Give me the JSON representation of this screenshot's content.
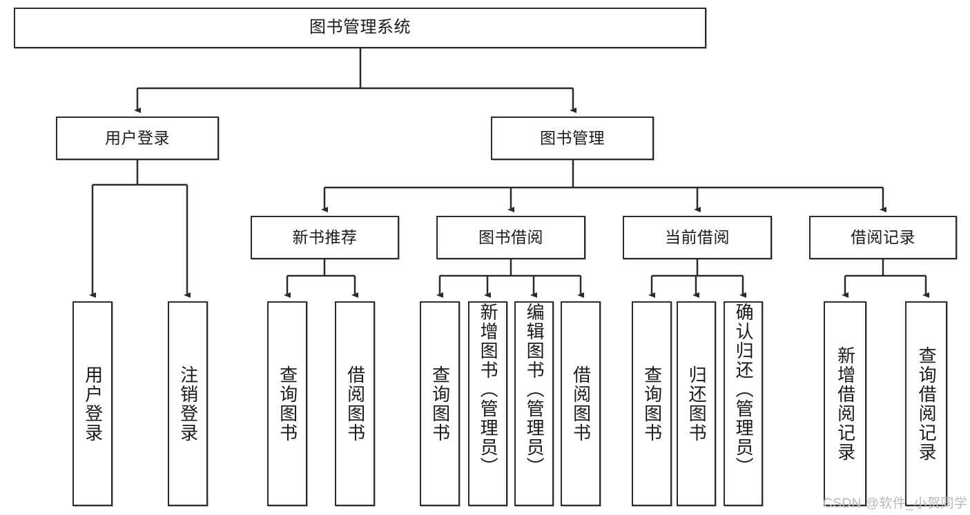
{
  "diagram": {
    "title": "图书管理系统",
    "type": "functional-structure-tree",
    "colors": {
      "box_border": "#2b2b2b",
      "box_fill": "#ffffff",
      "edge": "#2b2b2b",
      "text": "#1a1a1a",
      "watermark": "#b9b9b9"
    },
    "watermark": "CSDN @软件_小贺同学",
    "nodes": {
      "root": {
        "label": "图书管理系统"
      },
      "level1": [
        {
          "id": "user-login",
          "label": "用户登录"
        },
        {
          "id": "book-manage",
          "label": "图书管理"
        }
      ],
      "level2": [
        {
          "id": "new-book-recommend",
          "label": "新书推荐"
        },
        {
          "id": "book-borrow",
          "label": "图书借阅"
        },
        {
          "id": "current-borrow",
          "label": "当前借阅"
        },
        {
          "id": "borrow-record",
          "label": "借阅记录"
        }
      ],
      "leaves": {
        "user_login": [
          {
            "id": "leaf-user-login",
            "label": "用户登录"
          },
          {
            "id": "leaf-user-logout",
            "label": "注销登录"
          }
        ],
        "new_book_recommend": [
          {
            "id": "leaf-query-book-1",
            "label": "查询图书"
          },
          {
            "id": "leaf-borrow-book-1",
            "label": "借阅图书"
          }
        ],
        "book_borrow": [
          {
            "id": "leaf-query-book-2",
            "label": "查询图书"
          },
          {
            "id": "leaf-add-book",
            "label": "新增图书（管理员）"
          },
          {
            "id": "leaf-edit-book",
            "label": "编辑图书（管理员）"
          },
          {
            "id": "leaf-borrow-book-2",
            "label": "借阅图书"
          }
        ],
        "current_borrow": [
          {
            "id": "leaf-query-book-3",
            "label": "查询图书"
          },
          {
            "id": "leaf-return-book",
            "label": "归还图书"
          },
          {
            "id": "leaf-confirm-return",
            "label": "确认归还（管理员）"
          }
        ],
        "borrow_record": [
          {
            "id": "leaf-add-record",
            "label": "新增借阅记录"
          },
          {
            "id": "leaf-query-record",
            "label": "查询借阅记录"
          }
        ]
      }
    }
  }
}
